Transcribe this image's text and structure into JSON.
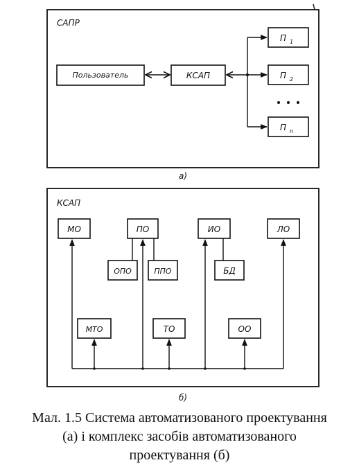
{
  "diagram_a": {
    "frame_title": "САПР",
    "user": "Пользователь",
    "ksap": "КСАП",
    "p_letter": "П",
    "p1_sub": "1",
    "p2_sub": "2",
    "pn_sub": "n",
    "label": "а)"
  },
  "diagram_b": {
    "frame_title": "КСАП",
    "mo": "МО",
    "po1": "ПО",
    "io": "ИО",
    "lo": "ЛО",
    "opo": "ОПО",
    "ppo": "ППО",
    "bd": "БД",
    "mto": "МТО",
    "to": "ТО",
    "oo": "ОО",
    "label": "б)"
  },
  "caption": {
    "line1": "Мал. 1.5 Система автоматизованого проектування",
    "line2": "(а) і комплекс засобів автоматизованого",
    "line3": "проектування (б)"
  }
}
